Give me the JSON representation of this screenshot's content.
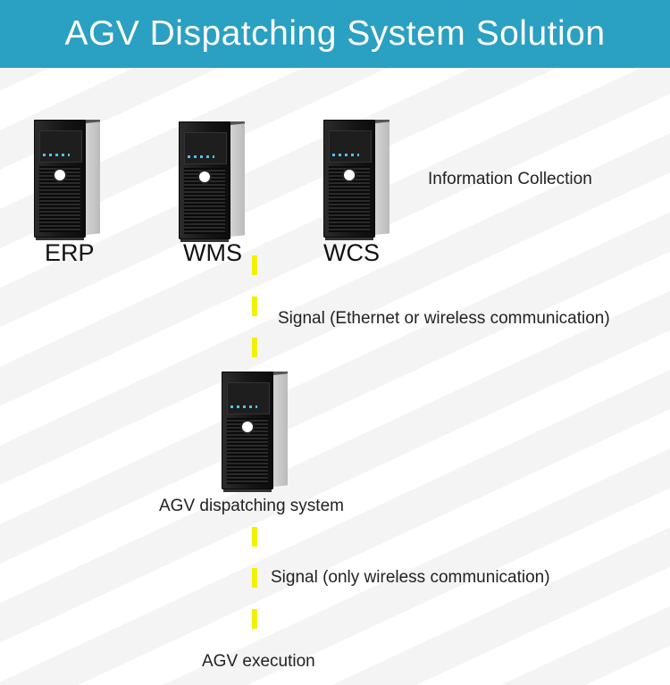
{
  "header": {
    "title": "AGV Dispatching System Solution"
  },
  "servers": {
    "erp": {
      "label": "ERP"
    },
    "wms": {
      "label": "WMS"
    },
    "wcs": {
      "label": "WCS"
    },
    "agv_dispatching": {
      "label": "AGV dispatching system"
    }
  },
  "annotations": {
    "information_collection": "Information Collection",
    "signal_top": "Signal (Ethernet or wireless communication)",
    "signal_bottom": "Signal (only wireless communication)",
    "agv_execution": "AGV execution"
  },
  "colors": {
    "header_bg": "#2aa0c3",
    "connector": "#f2f200"
  }
}
